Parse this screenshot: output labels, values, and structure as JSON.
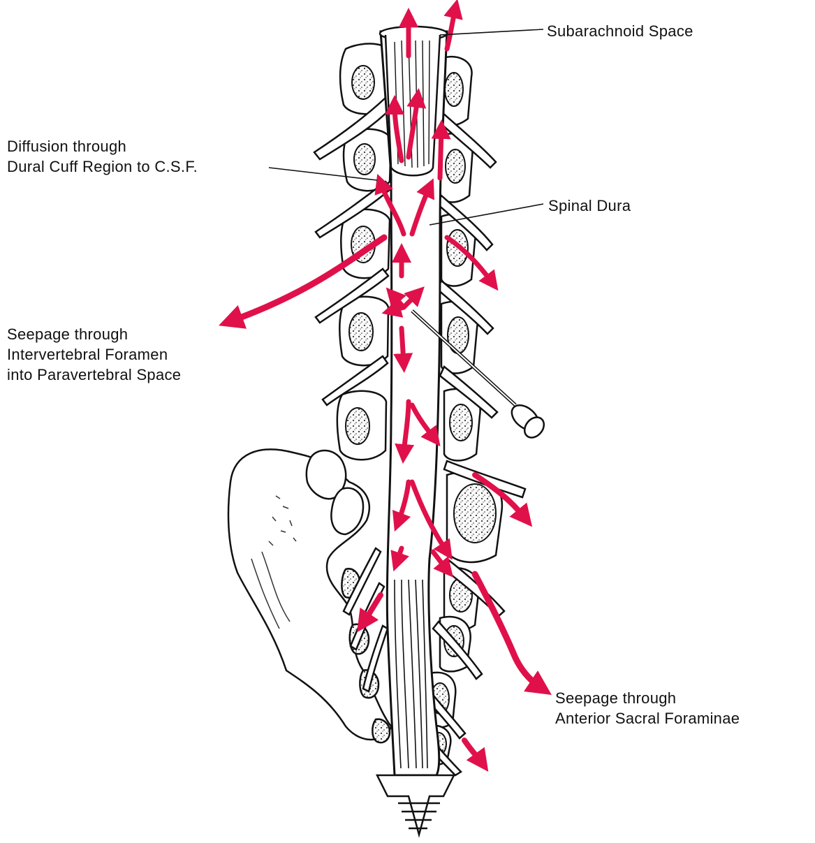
{
  "labels": {
    "subarachnoid": "Subarachnoid Space",
    "diffusion": [
      "Diffusion through",
      "Dural Cuff Region to C.S.F."
    ],
    "spinal_dura": "Spinal Dura",
    "seepage_intervertebral": [
      "Seepage through",
      "Intervertebral Foramen",
      "into Paravertebral Space"
    ],
    "seepage_sacral": [
      "Seepage through",
      "Anterior Sacral Foraminae"
    ]
  },
  "colors": {
    "arrow": "#e0114a",
    "ink": "#111111",
    "bone_texture": "#333333",
    "background": "#ffffff"
  }
}
